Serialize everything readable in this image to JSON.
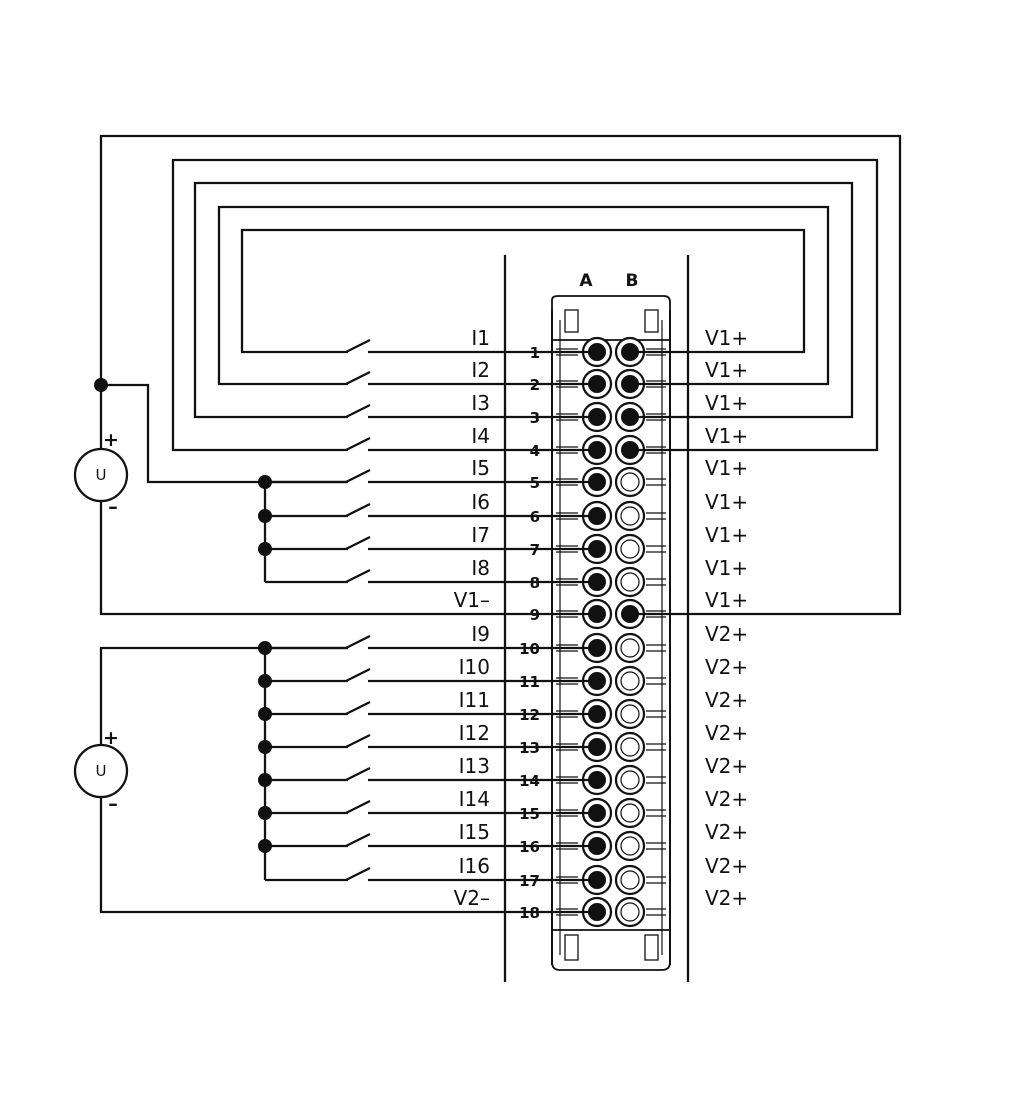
{
  "terminal_block": {
    "column_a_label": "A",
    "column_b_label": "B",
    "terminals": [
      {
        "number": "1",
        "left_label": "I1",
        "right_label": "V1+"
      },
      {
        "number": "2",
        "left_label": "I2",
        "right_label": "V1+"
      },
      {
        "number": "3",
        "left_label": "I3",
        "right_label": "V1+"
      },
      {
        "number": "4",
        "left_label": "I4",
        "right_label": "V1+"
      },
      {
        "number": "5",
        "left_label": "I5",
        "right_label": "V1+"
      },
      {
        "number": "6",
        "left_label": "I6",
        "right_label": "V1+"
      },
      {
        "number": "7",
        "left_label": "I7",
        "right_label": "V1+"
      },
      {
        "number": "8",
        "left_label": "I8",
        "right_label": "V1+"
      },
      {
        "number": "9",
        "left_label": "V1–",
        "right_label": "V1+"
      },
      {
        "number": "10",
        "left_label": "I9",
        "right_label": "V2+"
      },
      {
        "number": "11",
        "left_label": "I10",
        "right_label": "V2+"
      },
      {
        "number": "12",
        "left_label": "I11",
        "right_label": "V2+"
      },
      {
        "number": "13",
        "left_label": "I12",
        "right_label": "V2+"
      },
      {
        "number": "14",
        "left_label": "I13",
        "right_label": "V2+"
      },
      {
        "number": "15",
        "left_label": "I14",
        "right_label": "V2+"
      },
      {
        "number": "16",
        "left_label": "I15",
        "right_label": "V2+"
      },
      {
        "number": "17",
        "left_label": "I16",
        "right_label": "V2+"
      },
      {
        "number": "18",
        "left_label": "V2–",
        "right_label": "V2+"
      }
    ]
  },
  "sources": [
    {
      "label": "U",
      "plus": "+",
      "minus": "–"
    },
    {
      "label": "U",
      "plus": "+",
      "minus": "–"
    }
  ]
}
